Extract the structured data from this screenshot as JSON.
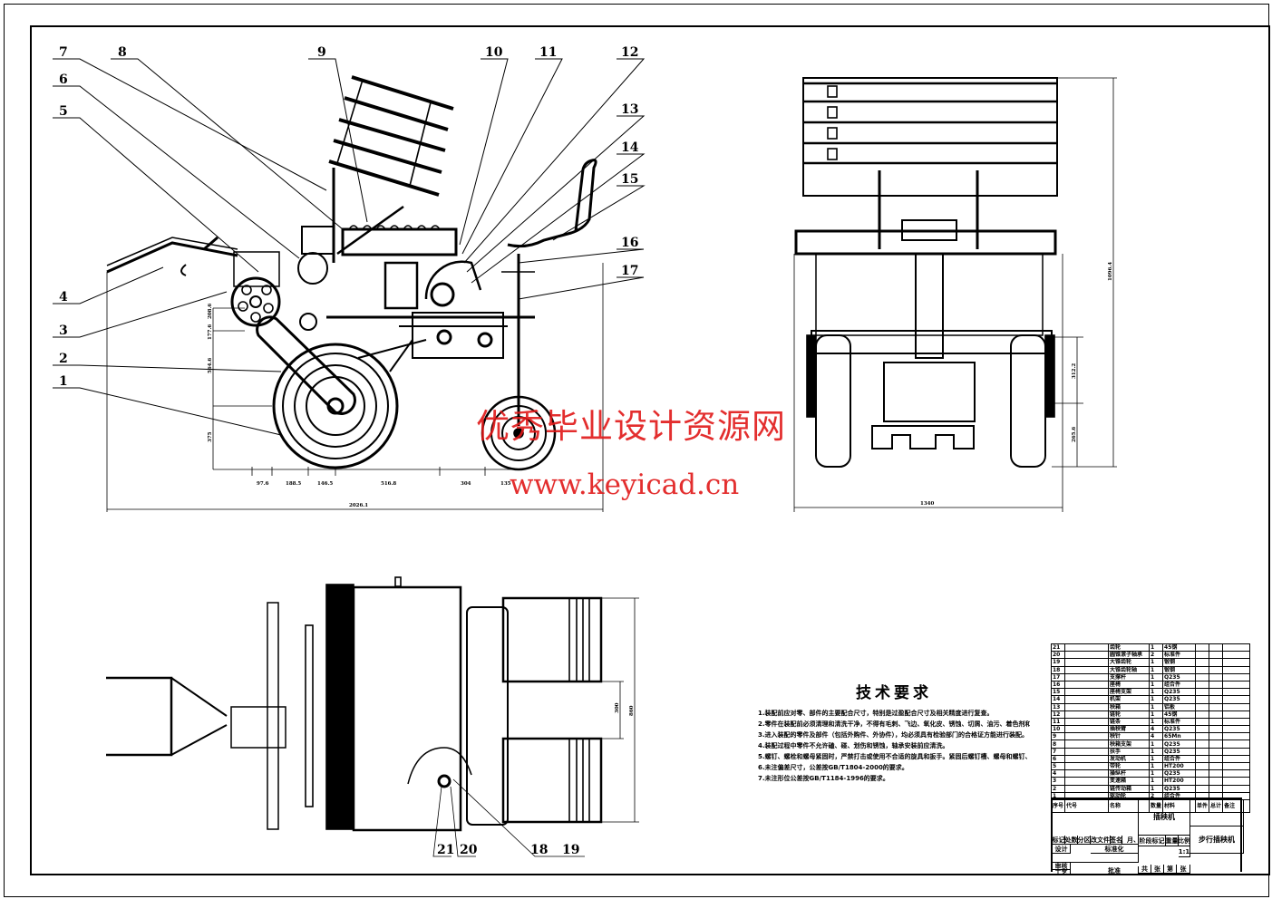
{
  "drawing": {
    "title": "Assembly drawing - walking-type transplanter",
    "part_callouts": [
      "1",
      "2",
      "3",
      "4",
      "5",
      "6",
      "7",
      "8",
      "9",
      "10",
      "11",
      "12",
      "13",
      "14",
      "15",
      "16",
      "17",
      "18",
      "19",
      "20",
      "21"
    ]
  },
  "dimensions": {
    "side_view": {
      "overall_length": "2026.1",
      "bottom_chain": [
        "97.6",
        "188.5",
        "146.5",
        "516.8",
        "304",
        "135"
      ],
      "vertical": [
        "208.6",
        "177.6",
        "564.6",
        "375"
      ]
    },
    "front_view": {
      "overall_width": "1340",
      "overall_height": "1096.4",
      "right_dims": [
        "312.2",
        "265.6"
      ]
    },
    "top_view": {
      "inner_gap": "300",
      "overall_span": "860"
    }
  },
  "technical_requirements": {
    "title": "技术要求",
    "lines": [
      "1.装配前应对零、部件的主要配合尺寸，特别是过盈配合尺寸及相关精度进行复查。",
      "2.零件在装配前必须清理和清洗干净，不得有毛刺、飞边、氧化皮、锈蚀、切屑、油污、着色剂和灰尘等。",
      "3.进入装配的零件及部件（包括外购件、外协件），均必须具有检验部门的合格证方能进行装配。",
      "4.装配过程中零件不允许磕、碰、划伤和锈蚀，轴承安装前应清洗。",
      "5.螺钉、螺栓和螺母紧固时，严禁打击或使用不合适的旋具和扳手。紧固后螺钉槽、螺母和螺钉、螺栓头部不得损坏。",
      "6.未注偏差尺寸，公差按GB/T1804-2000的要求。",
      "7.未注形位公差按GB/T1184-1996的要求。"
    ]
  },
  "bom": {
    "rows": [
      {
        "no": "21",
        "name": "齿轮",
        "qty": "1",
        "material": "45钢"
      },
      {
        "no": "20",
        "name": "圆锥滚子轴承",
        "qty": "2",
        "material": "标准件"
      },
      {
        "no": "19",
        "name": "大锥齿轮",
        "qty": "1",
        "material": "锻钢"
      },
      {
        "no": "18",
        "name": "大锥齿轮轴",
        "qty": "1",
        "material": "锻钢"
      },
      {
        "no": "17",
        "name": "支撑杆",
        "qty": "1",
        "material": "Q235"
      },
      {
        "no": "16",
        "name": "座椅",
        "qty": "1",
        "material": "组合件"
      },
      {
        "no": "15",
        "name": "座椅支架",
        "qty": "1",
        "material": "Q235"
      },
      {
        "no": "14",
        "name": "机架",
        "qty": "1",
        "material": "Q235"
      },
      {
        "no": "13",
        "name": "秧箱",
        "qty": "1",
        "material": "铝板"
      },
      {
        "no": "12",
        "name": "链轮",
        "qty": "1",
        "material": "45钢"
      },
      {
        "no": "11",
        "name": "链条",
        "qty": "1",
        "material": "标准件"
      },
      {
        "no": "10",
        "name": "插秧臂",
        "qty": "4",
        "material": "Q235"
      },
      {
        "no": "9",
        "name": "秧针",
        "qty": "4",
        "material": "65Mn"
      },
      {
        "no": "8",
        "name": "秧箱支架",
        "qty": "1",
        "material": "Q235"
      },
      {
        "no": "7",
        "name": "扶手",
        "qty": "1",
        "material": "Q235"
      },
      {
        "no": "6",
        "name": "发动机",
        "qty": "1",
        "material": "组合件"
      },
      {
        "no": "5",
        "name": "带轮",
        "qty": "1",
        "material": "HT200"
      },
      {
        "no": "4",
        "name": "操纵杆",
        "qty": "1",
        "material": "Q235"
      },
      {
        "no": "3",
        "name": "变速箱",
        "qty": "1",
        "material": "HT200"
      },
      {
        "no": "2",
        "name": "链传动箱",
        "qty": "1",
        "material": "Q235"
      },
      {
        "no": "1",
        "name": "驱动轮",
        "qty": "2",
        "material": "组合件"
      }
    ],
    "header": {
      "no": "序号",
      "code": "代号",
      "name": "名称",
      "qty": "数量",
      "material": "材料",
      "unit_weight": "单件",
      "total_weight": "总计",
      "weight_label": "重量",
      "remarks": "备注"
    }
  },
  "title_block": {
    "drawing_name": "插秧机",
    "product_name": "步行插秧机",
    "labels": {
      "mark": "标记",
      "count": "处数",
      "zone": "分区",
      "change_doc": "更改文件号",
      "sign": "签名",
      "date": "年、月、日",
      "design": "设计",
      "standardize": "标准化",
      "review": "审核",
      "process": "工艺",
      "approve": "批准",
      "stage_mark": "阶段标记",
      "weight": "重量",
      "scale": "比例",
      "scale_value": "1:1",
      "sheets_total": "共",
      "sheets_count": "张",
      "sheet_no": "第",
      "sheet_label": "张"
    }
  },
  "watermark": {
    "line1": "优秀毕业设计资源网",
    "line2": "www.keyicad.cn",
    "color": "#e01818"
  }
}
